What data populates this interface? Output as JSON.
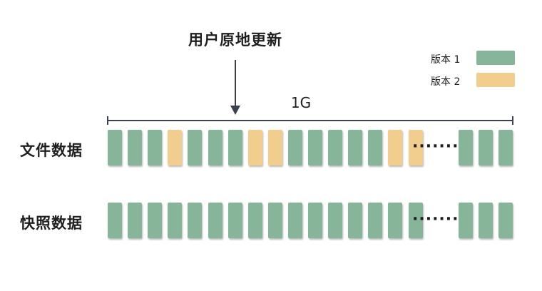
{
  "title": "用户原地更新",
  "size_label": "1G",
  "legend": [
    {
      "label": "版本 1",
      "color": "#86b59a"
    },
    {
      "label": "版本 2",
      "color": "#f1cd8e"
    }
  ],
  "rows": [
    {
      "label": "文件数据",
      "blocks_before": [
        1,
        1,
        1,
        2,
        1,
        1,
        1,
        2,
        2,
        1,
        1,
        1,
        1,
        1,
        2,
        2
      ],
      "ellipsis": "·······",
      "blocks_after": [
        1,
        1,
        1
      ]
    },
    {
      "label": "快照数据",
      "blocks_before": [
        1,
        1,
        1,
        1,
        1,
        1,
        1,
        1,
        1,
        1,
        1,
        1,
        1,
        1,
        1,
        1
      ],
      "ellipsis": "·······",
      "blocks_after": [
        1,
        1,
        1
      ]
    }
  ]
}
